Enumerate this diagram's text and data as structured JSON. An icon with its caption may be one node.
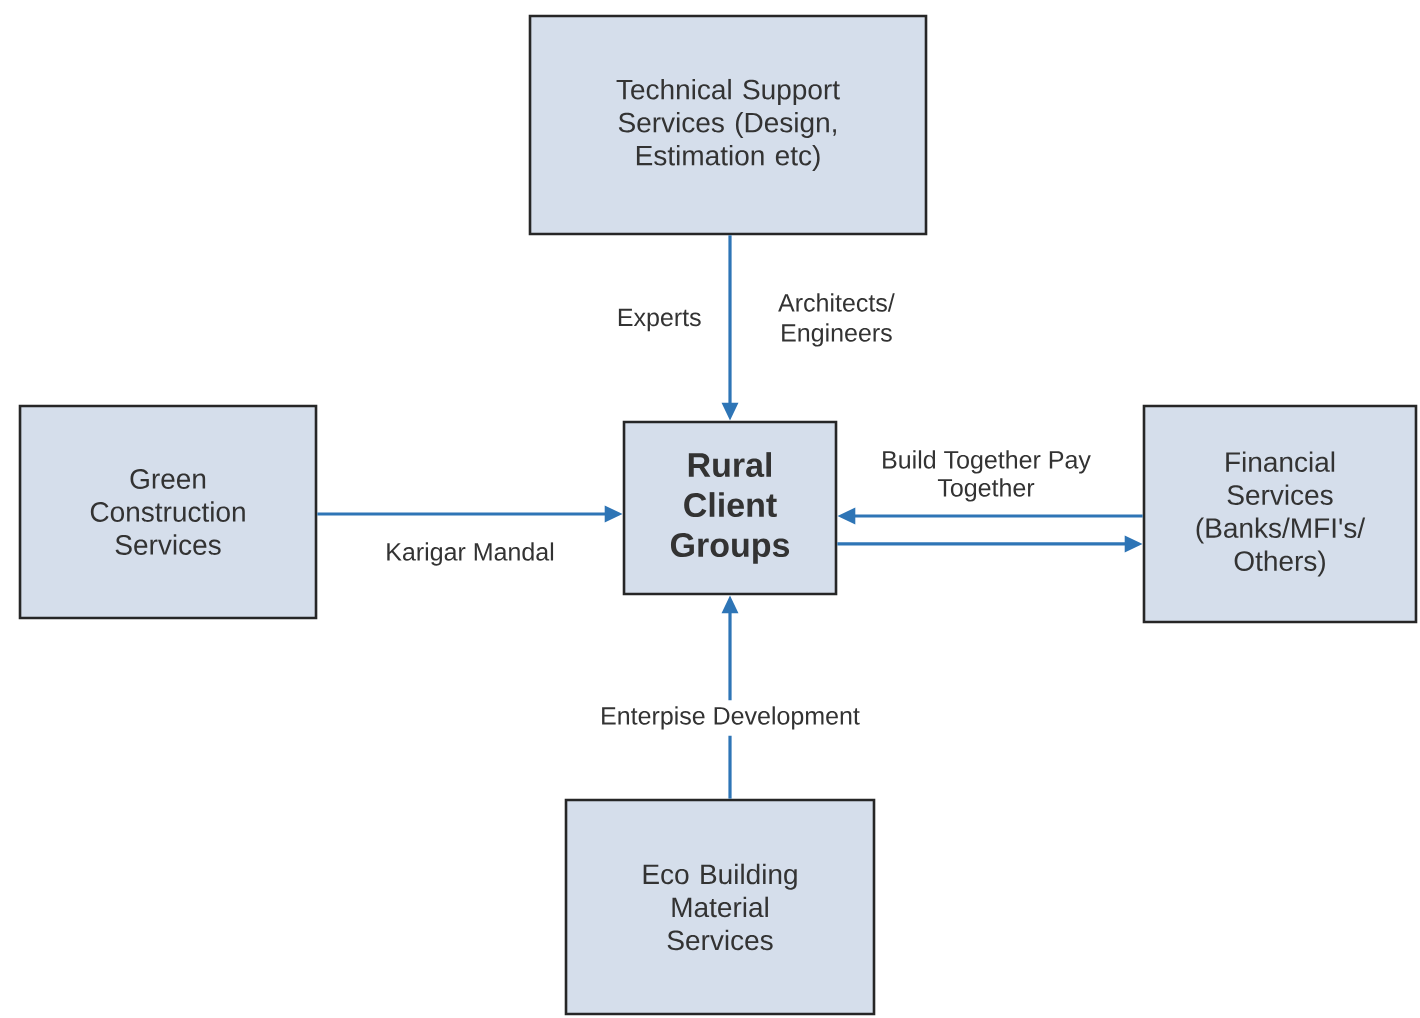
{
  "diagram": {
    "nodes": [
      {
        "text": [
          "Technical Support Services (Design, Estimation etc)"
        ]
      },
      {
        "text": [
          "Green Construction Services"
        ]
      },
      {
        "text": [
          "Rural Client Groups"
        ]
      },
      {
        "text": [
          "Financial Services (Banks/MFI's/ Others)"
        ]
      },
      {
        "text": [
          "Eco Building Material Services"
        ]
      }
    ],
    "edges": [
      {
        "from": 0,
        "to": 2,
        "arrow": "to",
        "label": "Experts"
      },
      {
        "from": 1,
        "to": 2,
        "arrow": "to",
        "label": "Karigar Mandal"
      },
      {
        "from": 3,
        "to": 2,
        "arrow": "to",
        "label": "Build Together Pay Together"
      },
      {
        "from": 2,
        "to": 3,
        "arrow": "to"
      },
      {
        "from": 4,
        "to": 2,
        "arrow": "to",
        "label": "Enterpise Development"
      }
    ],
    "labels": [
      "Architects/ Engineers"
    ]
  }
}
